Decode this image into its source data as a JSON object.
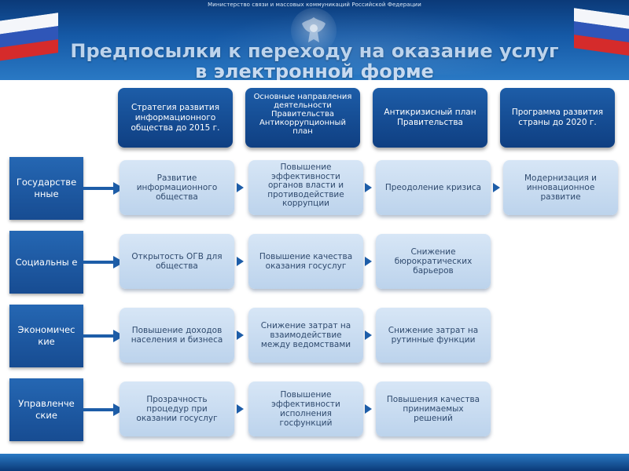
{
  "header": {
    "ministry": "Министерство связи и массовых коммуникаций Российской Федерации",
    "title_line1": "Предпосылки к переходу на оказание услуг",
    "title_line2": "в электронной форме"
  },
  "columns": [
    {
      "label": "Стратегия развития информационного общества до 2015 г."
    },
    {
      "label": "Основные направления деятельности Правительства Антикоррупционный план"
    },
    {
      "label": "Антикризисный план Правительства"
    },
    {
      "label": "Программа развития страны до 2020 г."
    }
  ],
  "rows": [
    {
      "label": "Государстве нные",
      "cells": [
        "Развитие информационного общества",
        "Повышение эффективности органов власти и противодействие коррупции",
        "Преодоление кризиса",
        "Модернизация и инновационное развитие"
      ]
    },
    {
      "label": "Социальны е",
      "cells": [
        "Открытость ОГВ для общества",
        "Повышение качества оказания госуслуг",
        "Снижение бюрократических барьеров"
      ]
    },
    {
      "label": "Экономичес кие",
      "cells": [
        "Повышение доходов населения и бизнеса",
        "Снижение затрат на взаимодействие между ведомствами",
        "Снижение затрат на рутинные функции"
      ]
    },
    {
      "label": "Управленче ские",
      "cells": [
        "Прозрачность процедур при оказании госуслуг",
        "Повышение эффективности исполнения госфункций",
        "Повышения качества принимаемых решений"
      ]
    }
  ],
  "colors": {
    "header_dark": "#0b3a78",
    "box_blue": "#1d5da8",
    "cell_light": "#c9dcf1",
    "cell_text": "#2f4a6e"
  }
}
